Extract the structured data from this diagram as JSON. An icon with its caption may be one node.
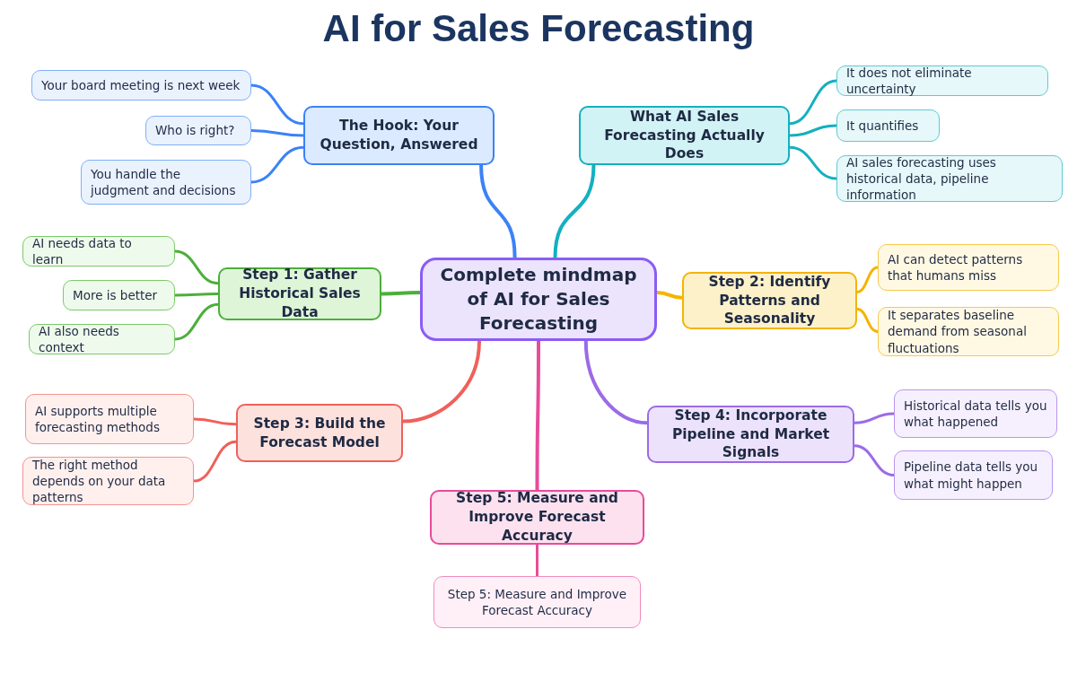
{
  "diagram": {
    "title": "AI for Sales Forecasting",
    "nodes": [
      {
        "text": [
          "Complete mindmap of AI for Sales Forecasting"
        ]
      },
      {
        "text": [
          "The Hook: Your Question, Answered"
        ]
      },
      {
        "text": [
          "Your board meeting is next week"
        ]
      },
      {
        "text": [
          "Who is right?"
        ]
      },
      {
        "text": [
          "You handle the judgment and decisions"
        ]
      },
      {
        "text": [
          "What AI Sales Forecasting Actually Does"
        ]
      },
      {
        "text": [
          "It does not eliminate uncertainty"
        ]
      },
      {
        "text": [
          "It quantifies"
        ]
      },
      {
        "text": [
          "AI sales forecasting uses historical data, pipeline information"
        ]
      },
      {
        "text": [
          "Step 1: Gather Historical Sales Data"
        ]
      },
      {
        "text": [
          "AI needs data to learn"
        ]
      },
      {
        "text": [
          "More is better"
        ]
      },
      {
        "text": [
          "AI also needs context"
        ]
      },
      {
        "text": [
          "Step 2: Identify Patterns and Seasonality"
        ]
      },
      {
        "text": [
          "AI can detect patterns that humans miss"
        ]
      },
      {
        "text": [
          "It separates baseline demand from seasonal fluctuations"
        ]
      },
      {
        "text": [
          "Step 3: Build the Forecast Model"
        ]
      },
      {
        "text": [
          "AI supports multiple forecasting methods"
        ]
      },
      {
        "text": [
          "The right method depends on your data patterns"
        ]
      },
      {
        "text": [
          "Step 4: Incorporate Pipeline and Market Signals"
        ]
      },
      {
        "text": [
          "Historical data tells you what happened"
        ]
      },
      {
        "text": [
          "Pipeline data tells you what might happen"
        ]
      },
      {
        "text": [
          "Step 5: Measure and Improve Forecast Accuracy"
        ]
      },
      {
        "text": [
          "Step 5: Measure and Improve Forecast Accuracy"
        ]
      }
    ],
    "edges": [
      {
        "from": 0,
        "to": 1,
        "arrow": "none",
        "color": "#3b82f6"
      },
      {
        "from": 0,
        "to": 5,
        "arrow": "none",
        "color": "#14b0bf"
      },
      {
        "from": 0,
        "to": 9,
        "arrow": "none",
        "color": "#4caf3a"
      },
      {
        "from": 0,
        "to": 13,
        "arrow": "none",
        "color": "#f4b400"
      },
      {
        "from": 0,
        "to": 16,
        "arrow": "none",
        "color": "#f0605a"
      },
      {
        "from": 0,
        "to": 19,
        "arrow": "none",
        "color": "#9b6be8"
      },
      {
        "from": 0,
        "to": 22,
        "arrow": "none",
        "color": "#e84b9a"
      },
      {
        "from": 22,
        "to": 23,
        "arrow": "none",
        "color": "#e84b9a"
      },
      {
        "from": 1,
        "to": 2,
        "arrow": "none",
        "color": "#3b82f6"
      },
      {
        "from": 1,
        "to": 3,
        "arrow": "none",
        "color": "#3b82f6"
      },
      {
        "from": 1,
        "to": 4,
        "arrow": "none",
        "color": "#3b82f6"
      },
      {
        "from": 5,
        "to": 6,
        "arrow": "none",
        "color": "#14b0bf"
      },
      {
        "from": 5,
        "to": 7,
        "arrow": "none",
        "color": "#14b0bf"
      },
      {
        "from": 5,
        "to": 8,
        "arrow": "none",
        "color": "#14b0bf"
      },
      {
        "from": 9,
        "to": 10,
        "arrow": "none",
        "color": "#4caf3a"
      },
      {
        "from": 9,
        "to": 11,
        "arrow": "none",
        "color": "#4caf3a"
      },
      {
        "from": 9,
        "to": 12,
        "arrow": "none",
        "color": "#4caf3a"
      },
      {
        "from": 13,
        "to": 14,
        "arrow": "none",
        "color": "#f4b400"
      },
      {
        "from": 13,
        "to": 15,
        "arrow": "none",
        "color": "#f4b400"
      },
      {
        "from": 16,
        "to": 17,
        "arrow": "none",
        "color": "#f0605a"
      },
      {
        "from": 16,
        "to": 18,
        "arrow": "none",
        "color": "#f0605a"
      },
      {
        "from": 19,
        "to": 20,
        "arrow": "none",
        "color": "#9b6be8"
      },
      {
        "from": 19,
        "to": 21,
        "arrow": "none",
        "color": "#9b6be8"
      }
    ]
  }
}
